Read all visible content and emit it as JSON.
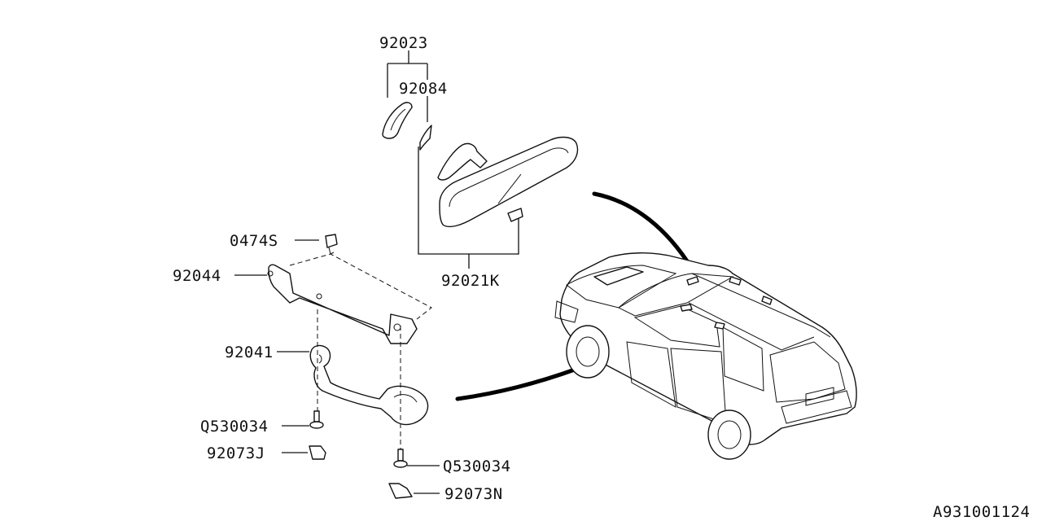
{
  "labels": {
    "p92023": "92023",
    "p92084": "92084",
    "p0474s": "0474S",
    "p92044": "92044",
    "p92021k": "92021K",
    "p92041": "92041",
    "pq530034_left": "Q530034",
    "p92073j": "92073J",
    "pq530034_right": "Q530034",
    "p92073n": "92073N",
    "diagram_id": "A931001124"
  }
}
